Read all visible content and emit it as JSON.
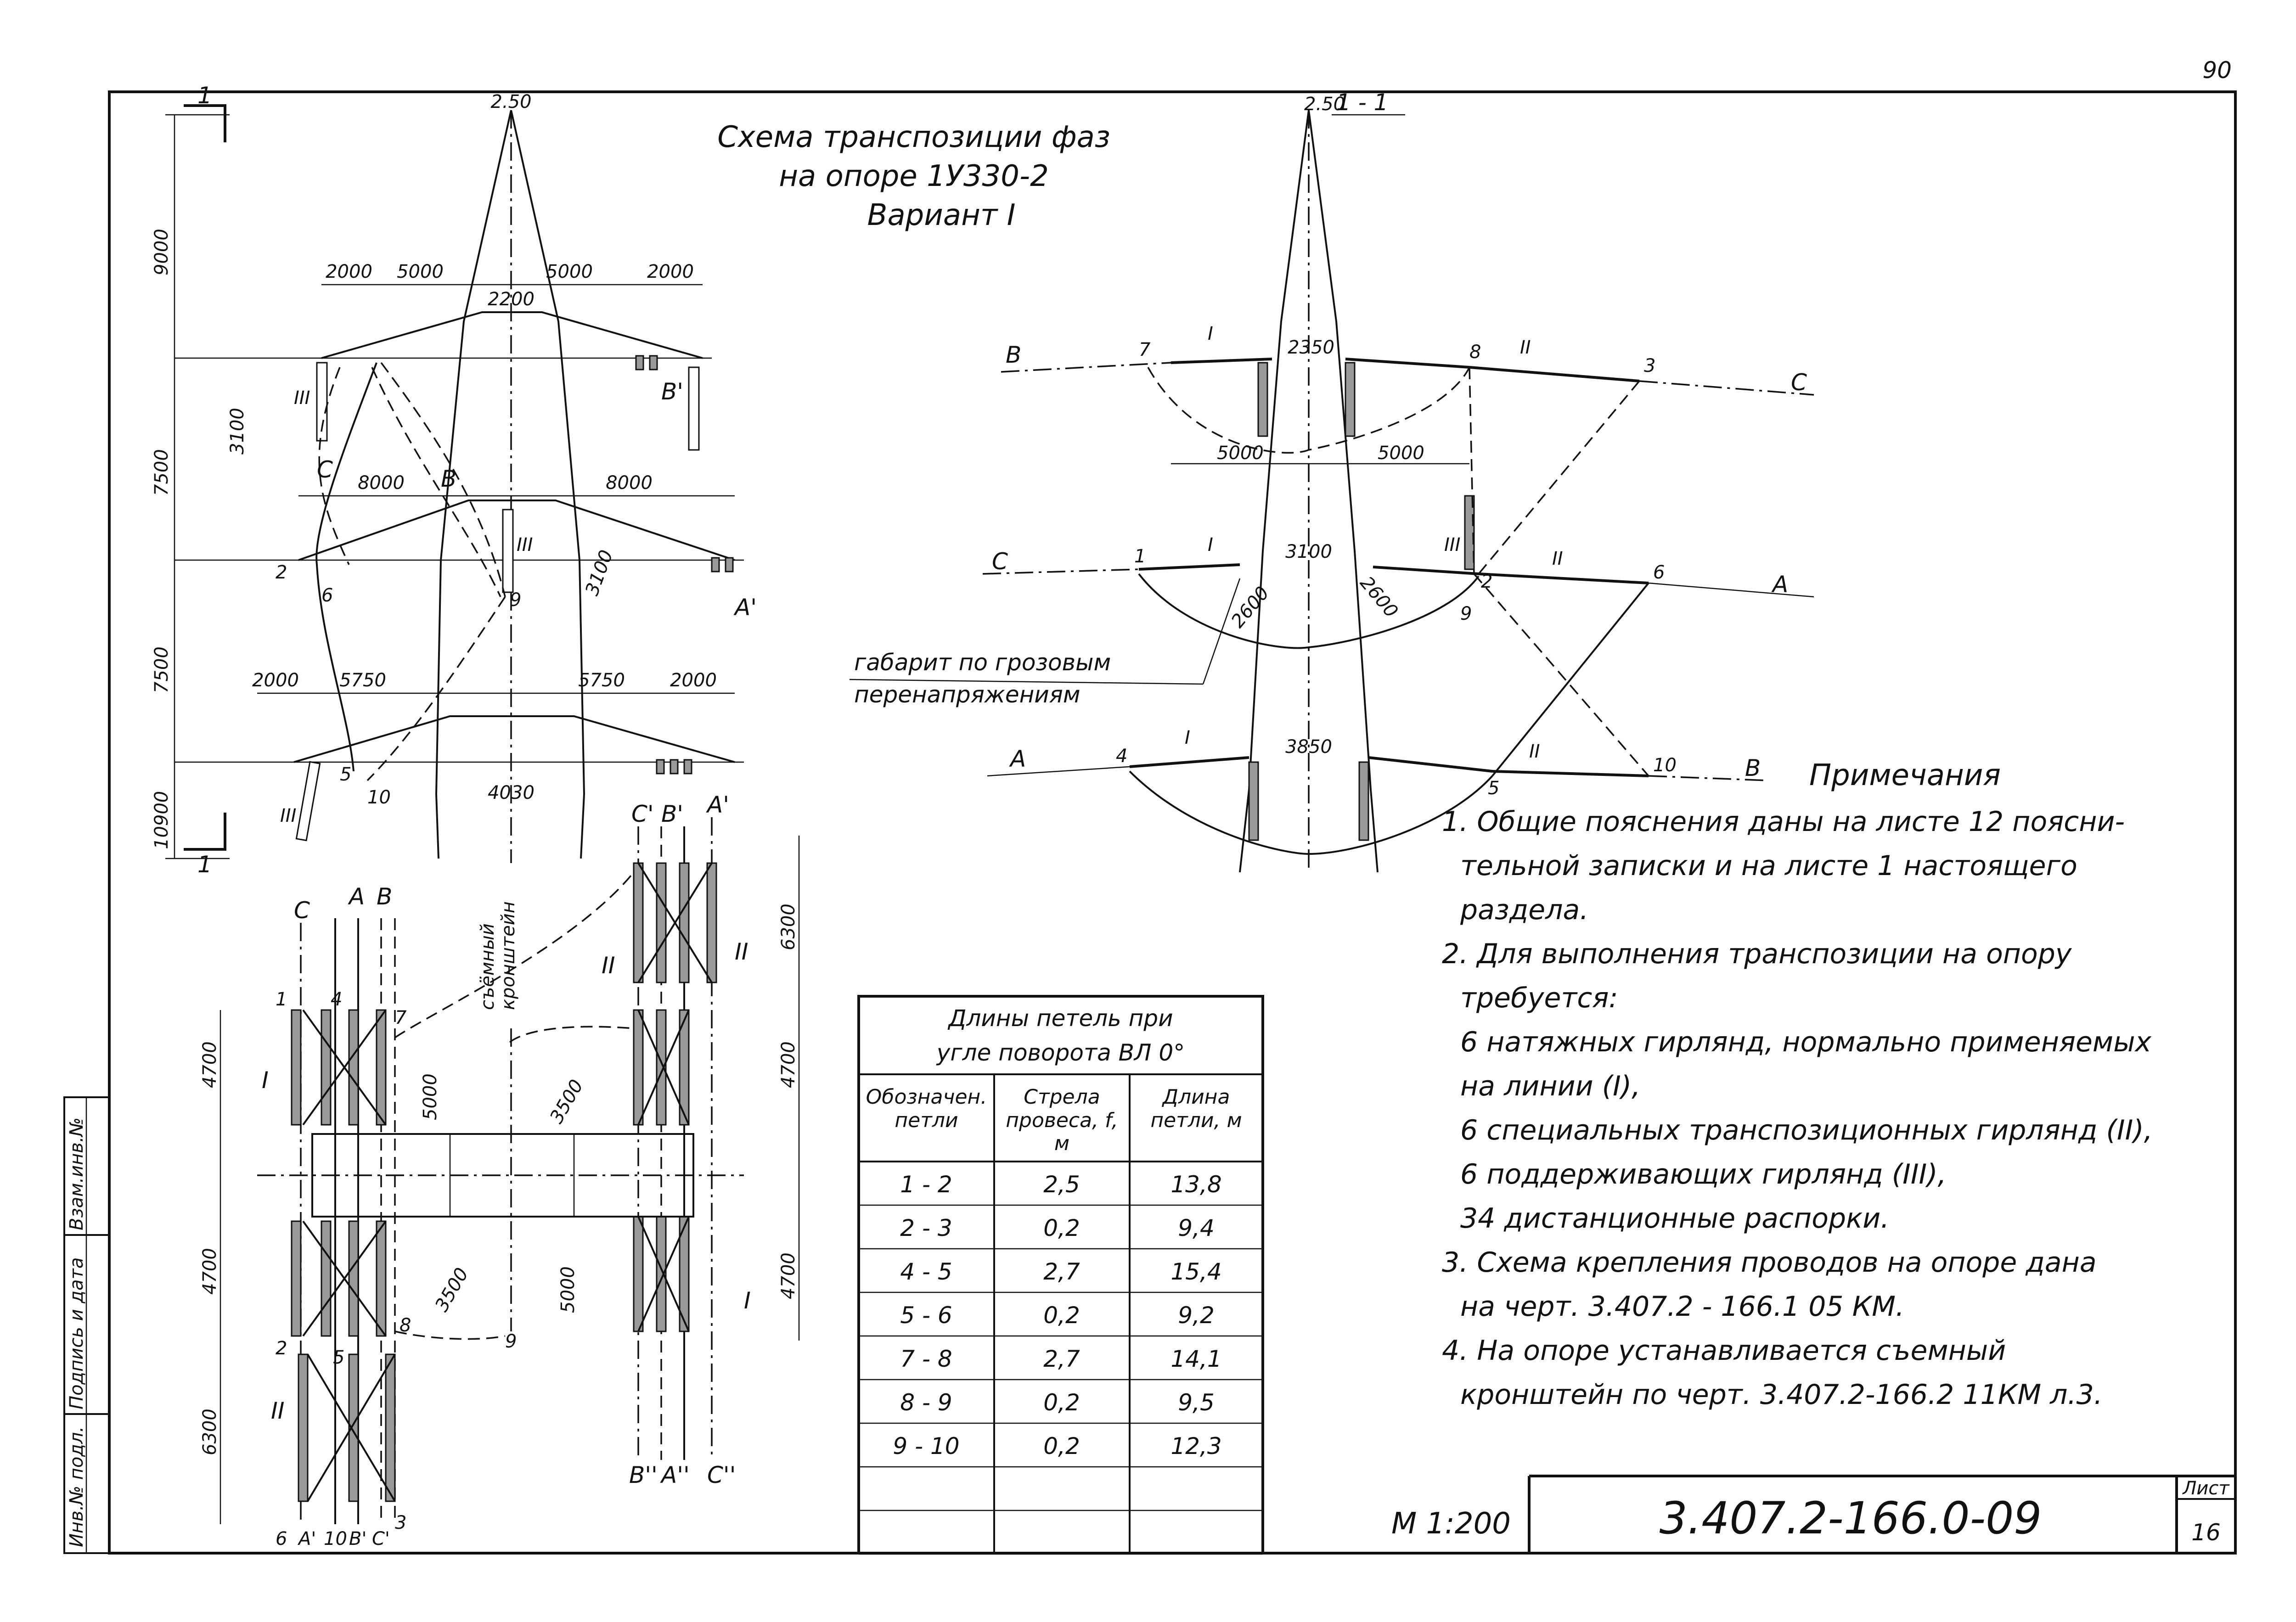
{
  "page_number": "90",
  "title_block": {
    "title_line1": "Схема транспозиции фаз",
    "title_line2": "на опоре 1У330-2",
    "title_line3": "Вариант I",
    "scale": "М 1:200",
    "document_code": "3.407.2-166.0-09",
    "sheet_label": "Лист",
    "sheet_number": "16"
  },
  "side_stamp": {
    "inv_no_orig": "Инв.№ подл.",
    "signature_date": "Подпись и дата",
    "replaced_inv": "Взам.инв.№"
  },
  "section_label": "1 - 1",
  "cut_mark": "1",
  "left_view": {
    "top_dim": "2.50",
    "heights": [
      "9000",
      "7500",
      "7500",
      "10900"
    ],
    "top_arm": [
      "2000",
      "5000",
      "5000",
      "2000"
    ],
    "top_width": "2200",
    "mid_arm": [
      "8000",
      "8000"
    ],
    "lower_arm": [
      "2000",
      "5750",
      "5750",
      "2000"
    ],
    "base_width": "4030",
    "offset_3100_a": "3100",
    "offset_3100_b": "3100",
    "phase_marks": [
      "B'",
      "C",
      "B",
      "2",
      "6",
      "9",
      "A'",
      "5",
      "10",
      "III",
      "III",
      "III"
    ]
  },
  "section_view": {
    "top_dim": "2.50",
    "widths": [
      "2350",
      "3100",
      "3850"
    ],
    "spans": [
      "5000",
      "5000",
      "2600",
      "2600"
    ],
    "phases_left": [
      "B",
      "C",
      "A"
    ],
    "phases_right": [
      "C",
      "A",
      "B"
    ],
    "points": [
      "7",
      "8",
      "3",
      "1",
      "2",
      "6",
      "9",
      "4",
      "5",
      "10"
    ],
    "garland_marks": [
      "I",
      "II",
      "III"
    ],
    "clearance_note_line1": "габарит по грозовым",
    "clearance_note_line2": "перенапряжениям"
  },
  "plan_view": {
    "dims_left": [
      "4700",
      "4700",
      "6300"
    ],
    "dims_right": [
      "6300",
      "4700",
      "4700"
    ],
    "center_dims": [
      "5000",
      "5000",
      "3500",
      "3500"
    ],
    "removable_bracket_line1": "съёмный",
    "removable_bracket_line2": "кронштейн",
    "top_left_phases": [
      "C",
      "A",
      "B"
    ],
    "top_right_phases": [
      "C'",
      "B'",
      "A'"
    ],
    "bottom_left_phases": [
      "6",
      "A'",
      "10",
      "B'",
      "C'",
      "3"
    ],
    "bottom_right_phases": [
      "B''",
      "A''",
      "C''"
    ],
    "points": [
      "1",
      "4",
      "7",
      "2",
      "5",
      "8",
      "9"
    ],
    "garland_marks": [
      "I",
      "II",
      "II",
      "II",
      "I"
    ]
  },
  "loop_table": {
    "caption_line1": "Длины петель при",
    "caption_line2": "угле поворота ВЛ 0°",
    "headers": [
      "Обозначен. петли",
      "Стрела провеса, f, м",
      "Длина петли, м"
    ],
    "rows": [
      [
        "1 - 2",
        "2,5",
        "13,8"
      ],
      [
        "2 - 3",
        "0,2",
        "9,4"
      ],
      [
        "4 - 5",
        "2,7",
        "15,4"
      ],
      [
        "5 - 6",
        "0,2",
        "9,2"
      ],
      [
        "7 - 8",
        "2,7",
        "14,1"
      ],
      [
        "8 - 9",
        "0,2",
        "9,5"
      ],
      [
        "9 - 10",
        "0,2",
        "12,3"
      ],
      [
        "",
        "",
        ""
      ],
      [
        "",
        "",
        ""
      ]
    ]
  },
  "notes": {
    "heading": "Примечания",
    "lines": [
      "1. Общие пояснения даны на листе 12 поясни-",
      "тельной записки и на листе 1 настоящего",
      "раздела.",
      "2. Для выполнения транспозиции на опору",
      "требуется:",
      "6 натяжных гирлянд, нормально применяемых",
      "на линии (I),",
      "6 специальных транспозиционных гирлянд (II),",
      "6 поддерживающих гирлянд (III),",
      "34 дистанционные распорки.",
      "3. Схема крепления проводов на опоре дана",
      "на черт. 3.407.2 - 166.1 05 КМ.",
      "4. На опоре устанавливается съемный",
      "кронштейн по черт. 3.407.2-166.2 11КМ л.3."
    ]
  }
}
